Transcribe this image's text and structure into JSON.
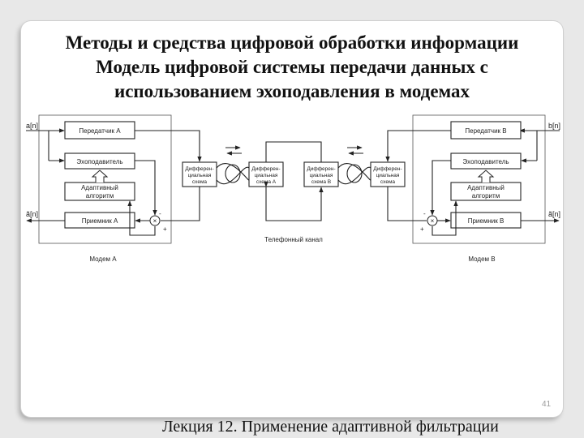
{
  "title": {
    "line1": "Методы и средства цифровой обработки информации",
    "line2": "Модель цифровой системы передачи данных с",
    "line3": "использованием эхоподавления в модемах"
  },
  "diagram": {
    "left": {
      "input": "a[n]",
      "output": "ã[n]",
      "transmitter": "Передатчик А",
      "echo_canceller": "Эхоподавитель",
      "adaptive_1": "Адаптивный",
      "adaptive_2": "алгоритм",
      "receiver": "Приемник А",
      "modem": "Модем А"
    },
    "right": {
      "input": "b[n]",
      "output": "ã[n]",
      "transmitter": "Передатчик В",
      "echo_canceller": "Эхоподавитель",
      "adaptive_1": "Адаптивный",
      "adaptive_2": "алгоритм",
      "receiver": "Приемник В",
      "modem": "Модем В"
    },
    "hybrids": {
      "h1": [
        "Дифферен-",
        "циальная",
        "схема"
      ],
      "h2": [
        "Дифферен-",
        "циальная",
        "схема А"
      ],
      "h3": [
        "Дифферен-",
        "циальная",
        "схема В"
      ],
      "h4": [
        "Дифферен-",
        "циальная",
        "схема"
      ]
    },
    "channel": "Телефонный канал",
    "sum_symbol": "×",
    "minus": "-",
    "plus": "+"
  },
  "page_number": "41",
  "footer": "Лекция 12. Применение адаптивной фильтрации"
}
